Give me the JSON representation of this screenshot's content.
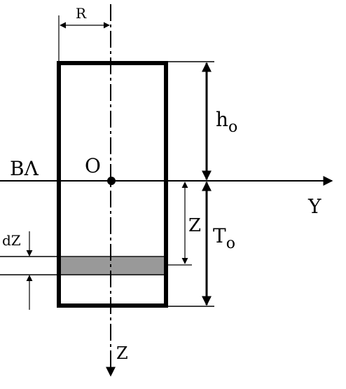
{
  "labels": {
    "radius": "R",
    "upper_height": "h",
    "upper_height_sub": "o",
    "origin": "O",
    "neutral_line": "BΛ",
    "y_axis": "Y",
    "depth_z": "Z",
    "lower_height": "T",
    "lower_height_sub": "o",
    "strip_thickness": "dZ",
    "z_axis": "Z"
  },
  "colors": {
    "stroke": "#000000",
    "strip_fill": "#999999",
    "background": "#ffffff"
  }
}
